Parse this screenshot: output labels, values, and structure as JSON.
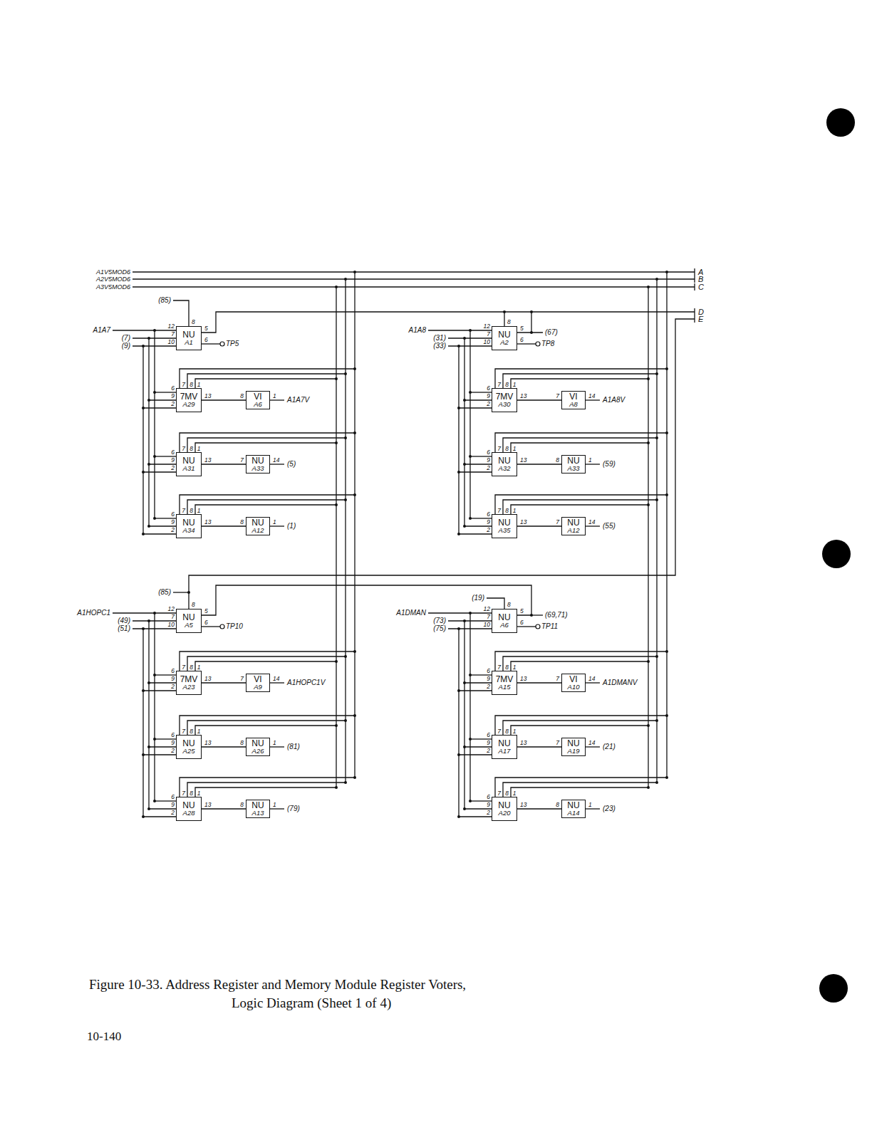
{
  "diagram": {
    "caption": "Figure 10-33. Address Register and Memory Module Register Voters, Logic Diagram (Sheet 1 of 4)",
    "nodes": [
      {
        "text": [
          "NU",
          "A1"
        ]
      },
      {
        "text": [
          "7MV",
          "A29"
        ]
      },
      {
        "text": [
          "VI",
          "A6"
        ]
      },
      {
        "text": [
          "NU",
          "A31"
        ]
      },
      {
        "text": [
          "NU",
          "A33"
        ]
      },
      {
        "text": [
          "NU",
          "A34"
        ]
      },
      {
        "text": [
          "NU",
          "A12"
        ]
      },
      {
        "text": [
          "NU",
          "A2"
        ]
      },
      {
        "text": [
          "7MV",
          "A30"
        ]
      },
      {
        "text": [
          "VI",
          "A8"
        ]
      },
      {
        "text": [
          "NU",
          "A32"
        ]
      },
      {
        "text": [
          "NU",
          "A33"
        ]
      },
      {
        "text": [
          "NU",
          "A35"
        ]
      },
      {
        "text": [
          "NU",
          "A12"
        ]
      },
      {
        "text": [
          "NU",
          "A5"
        ]
      },
      {
        "text": [
          "7MV",
          "A23"
        ]
      },
      {
        "text": [
          "VI",
          "A9"
        ]
      },
      {
        "text": [
          "NU",
          "A25"
        ]
      },
      {
        "text": [
          "NU",
          "A26"
        ]
      },
      {
        "text": [
          "NU",
          "A28"
        ]
      },
      {
        "text": [
          "NU",
          "A13"
        ]
      },
      {
        "text": [
          "NU",
          "A6"
        ]
      },
      {
        "text": [
          "7MV",
          "A15"
        ]
      },
      {
        "text": [
          "VI",
          "A10"
        ]
      },
      {
        "text": [
          "NU",
          "A17"
        ]
      },
      {
        "text": [
          "NU",
          "A19"
        ]
      },
      {
        "text": [
          "NU",
          "A20"
        ]
      },
      {
        "text": [
          "NU",
          "A14"
        ]
      }
    ],
    "edges": [
      {
        "from": 1,
        "to": 2,
        "arrow": "none"
      },
      {
        "from": 3,
        "to": 4,
        "arrow": "none"
      },
      {
        "from": 5,
        "to": 6,
        "arrow": "none"
      },
      {
        "from": 8,
        "to": 9,
        "arrow": "none"
      },
      {
        "from": 10,
        "to": 11,
        "arrow": "none"
      },
      {
        "from": 12,
        "to": 13,
        "arrow": "none"
      },
      {
        "from": 15,
        "to": 16,
        "arrow": "none"
      },
      {
        "from": 17,
        "to": 18,
        "arrow": "none"
      },
      {
        "from": 19,
        "to": 20,
        "arrow": "none"
      },
      {
        "from": 22,
        "to": 23,
        "arrow": "none"
      },
      {
        "from": 24,
        "to": 25,
        "arrow": "none"
      },
      {
        "from": 26,
        "to": 27,
        "arrow": "none"
      },
      {
        "from": 0,
        "to": 7,
        "arrow": "none"
      },
      {
        "from": 14,
        "to": 21,
        "arrow": "none"
      }
    ],
    "labels": [
      "A1V5MOD6",
      "A2V5MOD6",
      "A3V5MOD6",
      "A",
      "B",
      "C",
      "D",
      "E",
      "10-140",
      "A1A7",
      "(7)",
      "(9)",
      "12",
      "8",
      "7",
      "10",
      "5",
      "6",
      "TP5",
      "7",
      "8",
      "1",
      "6",
      "9",
      "2",
      "13",
      "8",
      "1",
      "A1A7V",
      "7",
      "8",
      "1",
      "6",
      "9",
      "2",
      "13",
      "7",
      "14",
      "(5)",
      "7",
      "8",
      "1",
      "6",
      "9",
      "2",
      "13",
      "8",
      "1",
      "(1)",
      "A1A8",
      "(31)",
      "(33)",
      "12",
      "8",
      "7",
      "10",
      "5",
      "6",
      "TP8",
      "7",
      "8",
      "1",
      "6",
      "9",
      "2",
      "13",
      "7",
      "14",
      "A1A8V",
      "7",
      "8",
      "1",
      "6",
      "9",
      "2",
      "13",
      "8",
      "1",
      "(59)",
      "7",
      "8",
      "1",
      "6",
      "9",
      "2",
      "13",
      "7",
      "14",
      "(55)",
      "A1HOPC1",
      "(49)",
      "(51)",
      "12",
      "8",
      "7",
      "10",
      "5",
      "6",
      "TP10",
      "7",
      "8",
      "1",
      "6",
      "9",
      "2",
      "13",
      "7",
      "14",
      "A1HOPC1V",
      "7",
      "8",
      "1",
      "6",
      "9",
      "2",
      "13",
      "8",
      "1",
      "(81)",
      "7",
      "8",
      "1",
      "6",
      "9",
      "2",
      "13",
      "8",
      "1",
      "(79)",
      "A1DMAN",
      "(73)",
      "(75)",
      "12",
      "8",
      "7",
      "10",
      "5",
      "6",
      "TP11",
      "7",
      "8",
      "1",
      "6",
      "9",
      "2",
      "13",
      "7",
      "14",
      "A1DMANV",
      "7",
      "8",
      "1",
      "6",
      "9",
      "2",
      "13",
      "7",
      "14",
      "(21)",
      "7",
      "8",
      "1",
      "6",
      "9",
      "2",
      "13",
      "8",
      "1",
      "(23)",
      "(85)",
      "(67)",
      "(85)",
      "(19)",
      "(69,71)"
    ]
  }
}
